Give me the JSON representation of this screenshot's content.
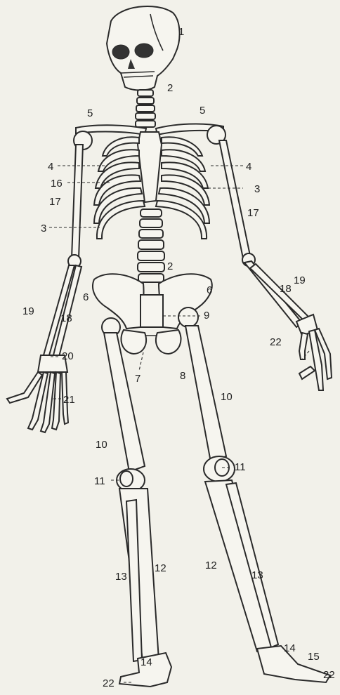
{
  "labels": {
    "l1": "1",
    "l2a": "2",
    "l2b": "2",
    "l3a": "3",
    "l3b": "3",
    "l4a": "4",
    "l4b": "4",
    "l5a": "5",
    "l5b": "5",
    "l6a": "6",
    "l6b": "6",
    "l7": "7",
    "l8": "8",
    "l9": "9",
    "l10a": "10",
    "l10b": "10",
    "l11a": "11",
    "l11b": "11",
    "l12a": "12",
    "l12b": "12",
    "l13a": "13",
    "l13b": "13",
    "l14a": "14",
    "l14b": "14",
    "l15": "15",
    "l16": "16",
    "l17a": "17",
    "l17b": "17",
    "l18a": "18",
    "l18b": "18",
    "l19a": "19",
    "l19b": "19",
    "l20": "20",
    "l21": "21",
    "l22a": "22",
    "l22b": "22",
    "l22c": "22"
  }
}
